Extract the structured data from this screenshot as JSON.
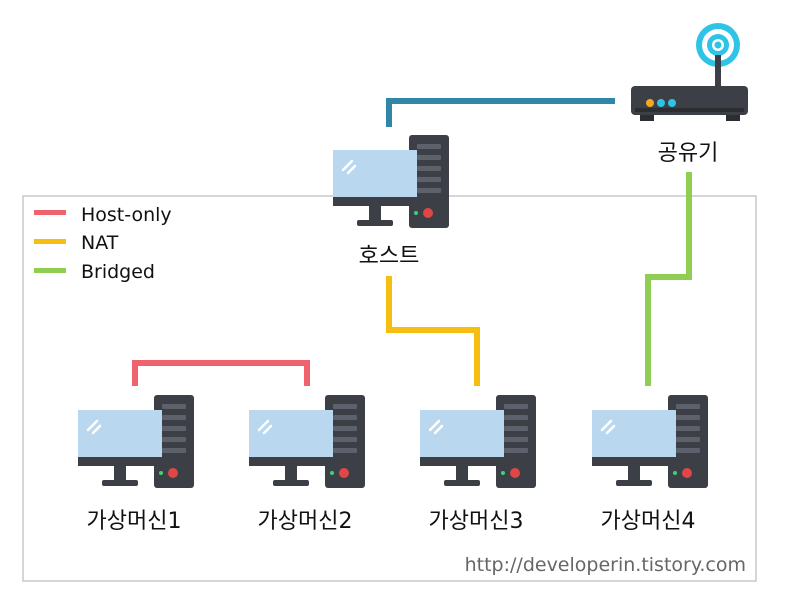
{
  "legend": [
    {
      "label": "Host-only",
      "color": "#f0636e"
    },
    {
      "label": "NAT",
      "color": "#f5be10"
    },
    {
      "label": "Bridged",
      "color": "#8fcd53"
    }
  ],
  "nodes": {
    "router": {
      "label": "공유기"
    },
    "host": {
      "label": "호스트"
    },
    "vm1": {
      "label": "가상머신1"
    },
    "vm2": {
      "label": "가상머신2"
    },
    "vm3": {
      "label": "가상머신3"
    },
    "vm4": {
      "label": "가상머신4"
    }
  },
  "links": [
    {
      "from": "host",
      "to": "router",
      "kind": "router-uplink",
      "color": "#2f86a6"
    },
    {
      "from": "vm1",
      "to": "vm2",
      "kind": "Host-only",
      "color": "#f0636e"
    },
    {
      "from": "host",
      "to": "vm3",
      "kind": "NAT",
      "color": "#f5be10"
    },
    {
      "from": "router",
      "to": "vm4",
      "kind": "Bridged",
      "color": "#8fcd53"
    }
  ],
  "watermark": "http://developerin.tistory.com"
}
